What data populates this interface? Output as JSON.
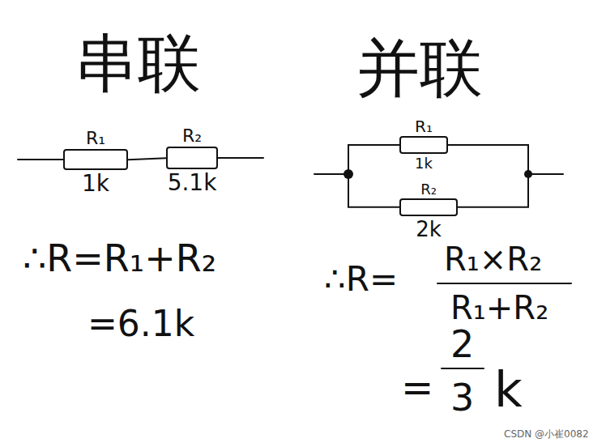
{
  "diagram": {
    "nodes": [
      {
        "text": [
          "R₁",
          "1k"
        ]
      },
      {
        "text": [
          "R₂",
          "5.1k"
        ]
      },
      {
        "text": [
          "R₁",
          "1k"
        ]
      },
      {
        "text": [
          "R₂",
          "2k"
        ]
      }
    ],
    "edges": [
      {
        "from": 0,
        "to": 1,
        "arrow": "none"
      },
      {
        "from": 2,
        "to": 3,
        "arrow": "none"
      },
      {
        "from": 2,
        "to": 3,
        "arrow": "none"
      }
    ],
    "labels": [
      "串联",
      "∴R=R₁+R₂",
      "=6.1k",
      "并联",
      "∴R=",
      "R₁×R₂",
      "R₁+R₂",
      "=",
      "2",
      "3",
      "k",
      "CSDN @小崔0082"
    ]
  }
}
